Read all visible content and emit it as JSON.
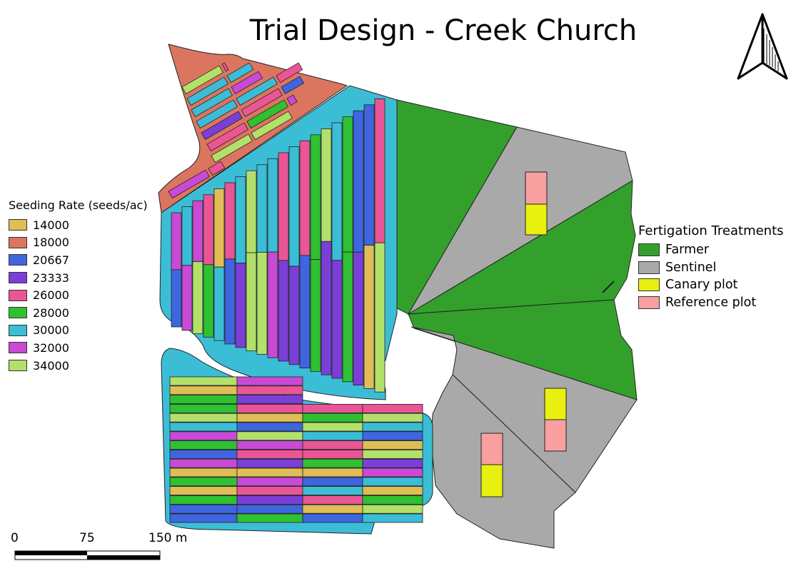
{
  "map": {
    "title": "Trial Design - Creek Church",
    "colors": {
      "boundary": "#3cbdd6",
      "edge_strip": "#db7560",
      "farmer": "#33a02c",
      "sentinel": "#a9a9a9",
      "canary": "#e8f00f",
      "reference": "#f8a0a0",
      "outline": "#222222"
    }
  },
  "seeding_legend": {
    "title": "Seeding Rate (seeds/ac)",
    "items": [
      {
        "label": "14000",
        "color": "#e0bd55"
      },
      {
        "label": "18000",
        "color": "#db7560"
      },
      {
        "label": "20667",
        "color": "#3f66de"
      },
      {
        "label": "23333",
        "color": "#7b3fd8"
      },
      {
        "label": "26000",
        "color": "#ea5596"
      },
      {
        "label": "28000",
        "color": "#2fc132"
      },
      {
        "label": "30000",
        "color": "#3cbdd6"
      },
      {
        "label": "32000",
        "color": "#c94ad4"
      },
      {
        "label": "34000",
        "color": "#b3e06a"
      }
    ]
  },
  "fertigation_legend": {
    "title": "Fertigation Treatments",
    "items": [
      {
        "label": "Farmer",
        "color": "#33a02c"
      },
      {
        "label": "Sentinel",
        "color": "#a9a9a9"
      },
      {
        "label": "Canary plot",
        "color": "#e8f00f"
      },
      {
        "label": "Reference plot",
        "color": "#f8a0a0"
      }
    ]
  },
  "north_arrow": {
    "icon": "north-arrow-icon"
  },
  "scale_bar": {
    "labels": [
      "0",
      "75",
      "150 m"
    ]
  }
}
